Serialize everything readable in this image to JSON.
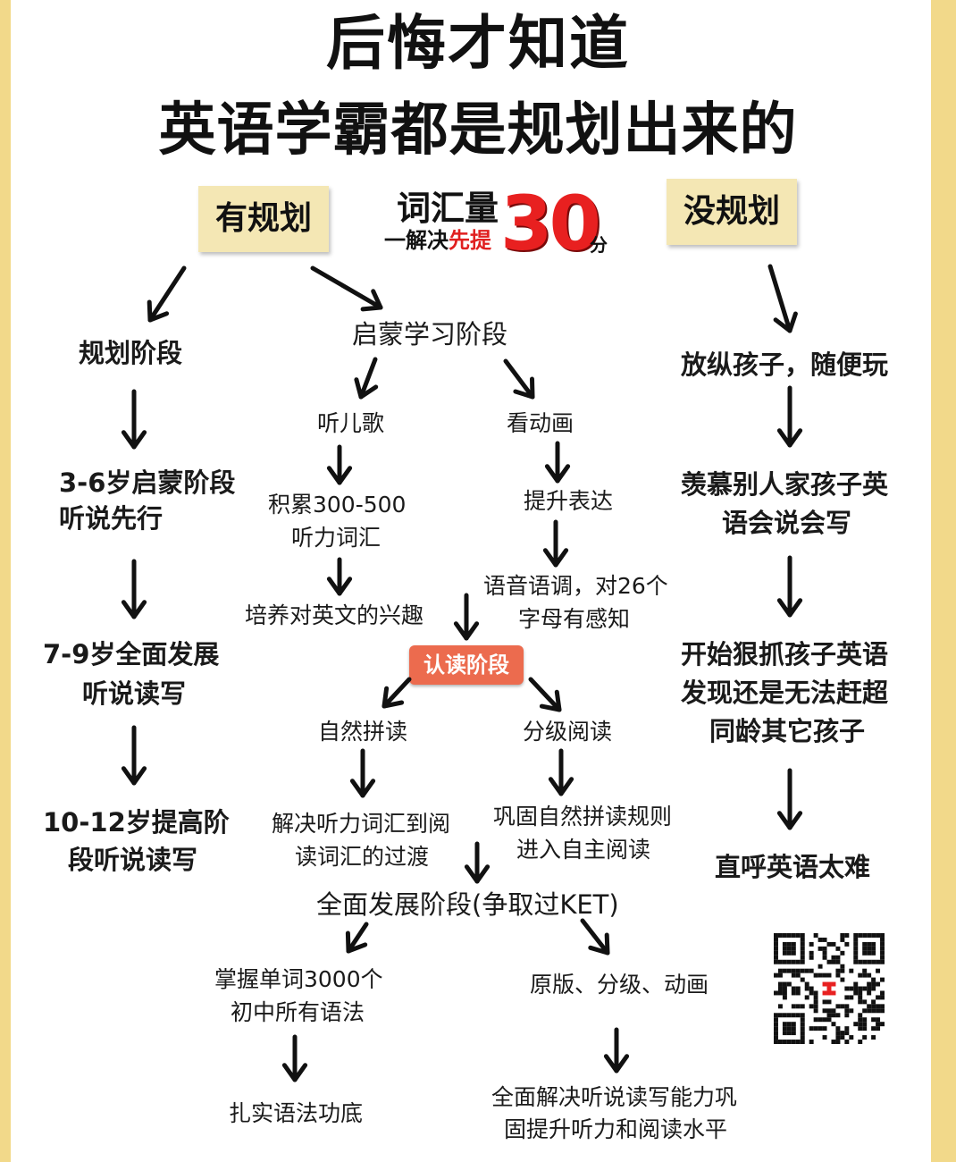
{
  "title": {
    "line1": "后悔才知道",
    "line2": "英语学霸都是规划出来的"
  },
  "tags": {
    "planned": "有规划",
    "unplanned": "没规划"
  },
  "badge": {
    "word": "词汇量",
    "sub_prefix": "一解决",
    "sub_red": "先提",
    "number": "30",
    "unit": "分"
  },
  "planned_column": {
    "step1": "规划阶段",
    "step2_line1": "3-6岁启蒙阶段",
    "step2_line2": "听说先行",
    "step3_line1": "7-9岁全面发展",
    "step3_line2": "听说读写",
    "step4_line1": "10-12岁提高阶",
    "step4_line2": "段听说读写"
  },
  "middle": {
    "enlighten": "启蒙学习阶段",
    "songs": "听儿歌",
    "cartoons": "看动画",
    "accumulate_line1": "积累300-500",
    "accumulate_line2": "听力词汇",
    "expression": "提升表达",
    "interest": "培养对英文的兴趣",
    "phonics_sense_line1": "语音语调，对26个",
    "phonics_sense_line2": "字母有感知",
    "reading_stage": "认读阶段",
    "natural_phonics": "自然拼读",
    "graded_reading": "分级阅读",
    "transition_line1": "解决听力词汇到阅",
    "transition_line2": "读词汇的过渡",
    "consolidate_line1": "巩固自然拼读规则",
    "consolidate_line2": "进入自主阅读",
    "full_stage": "全面发展阶段(争取过KET)",
    "words_line1": "掌握单词3000个",
    "words_line2": "初中所有语法",
    "original": "原版、分级、动画",
    "grammar": "扎实语法功底",
    "final_line1": "全面解决听说读写能力巩",
    "final_line2": "固提升听力和阅读水平"
  },
  "unplanned_column": {
    "step1": "放纵孩子，随便玩",
    "step2_line1": "羡慕别人家孩子英",
    "step2_line2": "语会说会写",
    "step3_line1": "开始狠抓孩子英语",
    "step3_line2": "发现还是无法赶超",
    "step3_line3": "同龄其它孩子",
    "step4": "直呼英语太难"
  },
  "colors": {
    "border": "#f2d98a",
    "tag_bg": "#f4e7b4",
    "highlight": "#ec6b4e",
    "badge_red": "#e82020"
  }
}
